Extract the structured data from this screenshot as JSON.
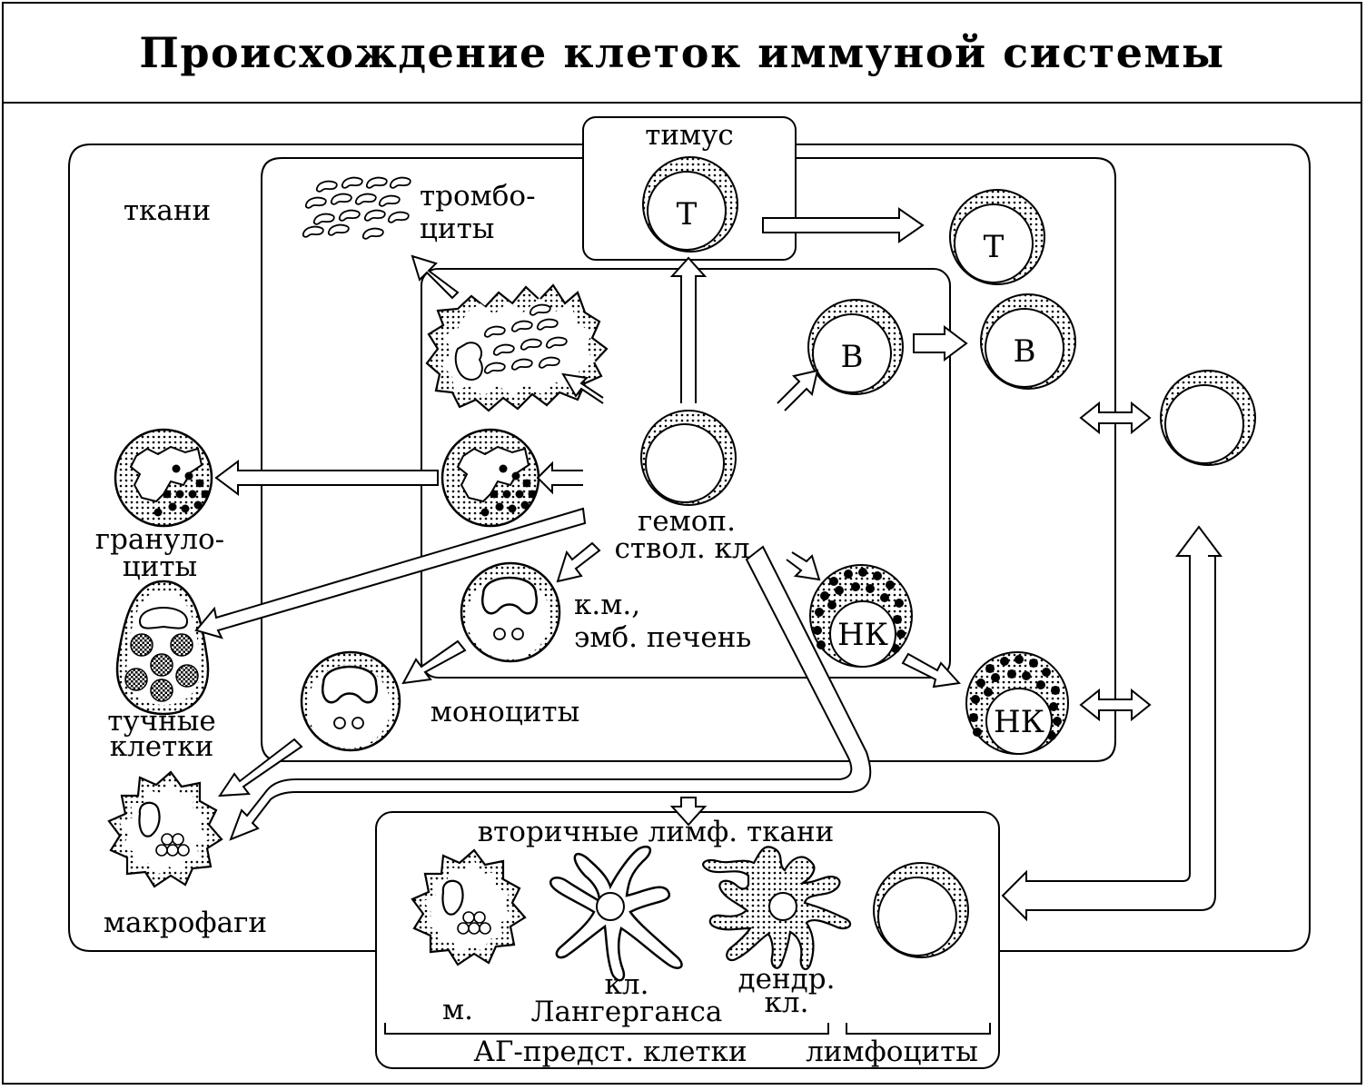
{
  "title": "Происхождение клеток иммуной системы",
  "compartments": {
    "thymus": "тимус",
    "tissues": "ткани",
    "bone_marrow": [
      "к.м.,",
      "эмб. печень"
    ],
    "secondary_lymphoid": "вторичные лимф. ткани"
  },
  "cells": {
    "stem_cell": [
      "гемоп.",
      "ствол. кл."
    ],
    "platelets": [
      "тромбо-",
      "циты"
    ],
    "granulocytes": [
      "грануло-",
      "циты"
    ],
    "mast_cells": [
      "тучные",
      "клетки"
    ],
    "monocytes": "моноциты",
    "macrophages": "макрофаги",
    "t_cell": "Т",
    "b_cell": "В",
    "nk_cell": "НК"
  },
  "apc": {
    "macrophage": "м.",
    "langerhans": [
      "кл.",
      "Лангерганса"
    ],
    "dendritic": [
      "дендр.",
      "кл."
    ],
    "group_label": "АГ-предст. клетки",
    "lymphocytes_label": "лимфоциты"
  }
}
